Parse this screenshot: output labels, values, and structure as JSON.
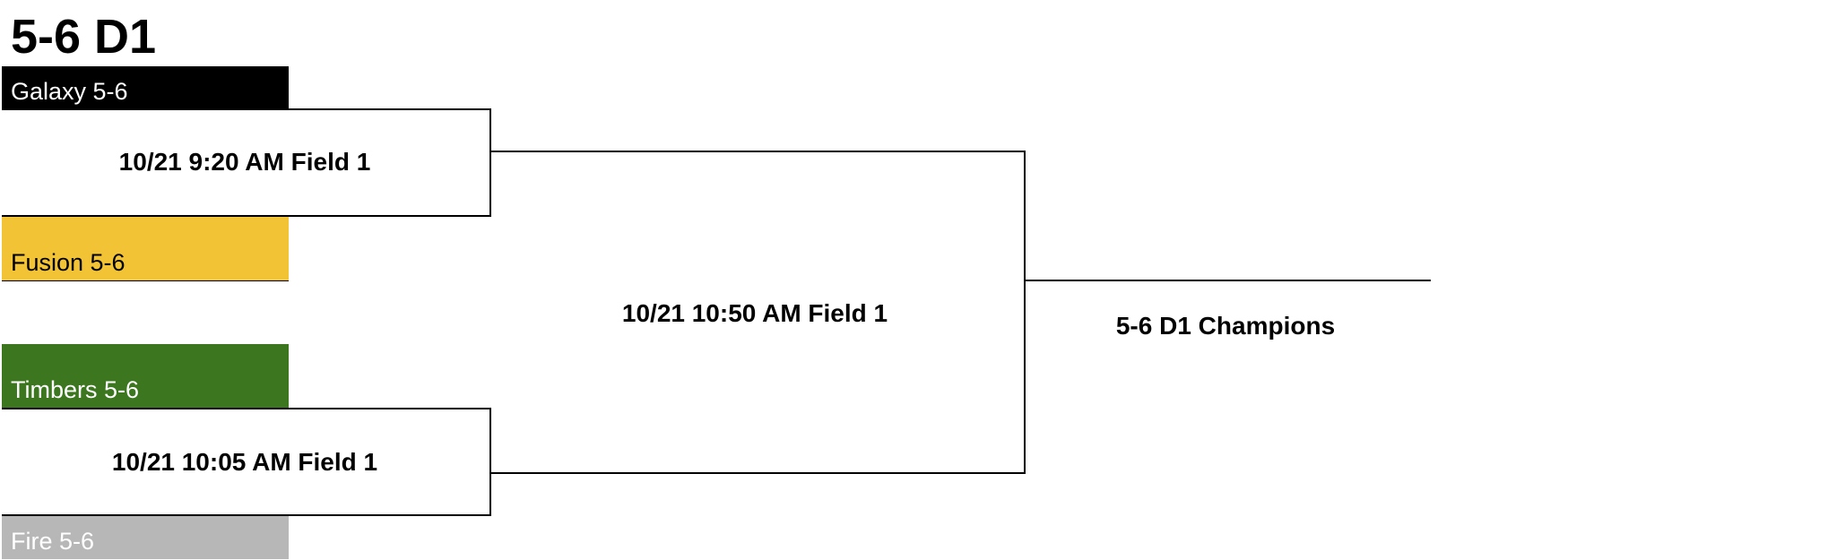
{
  "bracket": {
    "title": "5-6 D1",
    "teams": [
      {
        "name": "Galaxy 5-6",
        "bg": "#000000",
        "fg": "#ffffff"
      },
      {
        "name": "Fusion 5-6",
        "bg": "#f2c335",
        "fg": "#000000"
      },
      {
        "name": "Timbers 5-6",
        "bg": "#3c7720",
        "fg": "#ffffff"
      },
      {
        "name": "Fire 5-6",
        "bg": "#b7b7b7",
        "fg": "#ffffff"
      }
    ],
    "matches": [
      {
        "label": "10/21 9:20 AM Field 1"
      },
      {
        "label": "10/21 10:05 AM Field 1"
      },
      {
        "label": "10/21 10:50 AM Field 1"
      }
    ],
    "champion": {
      "label": "5-6 D1 Champions"
    },
    "line_color": "#000000"
  }
}
